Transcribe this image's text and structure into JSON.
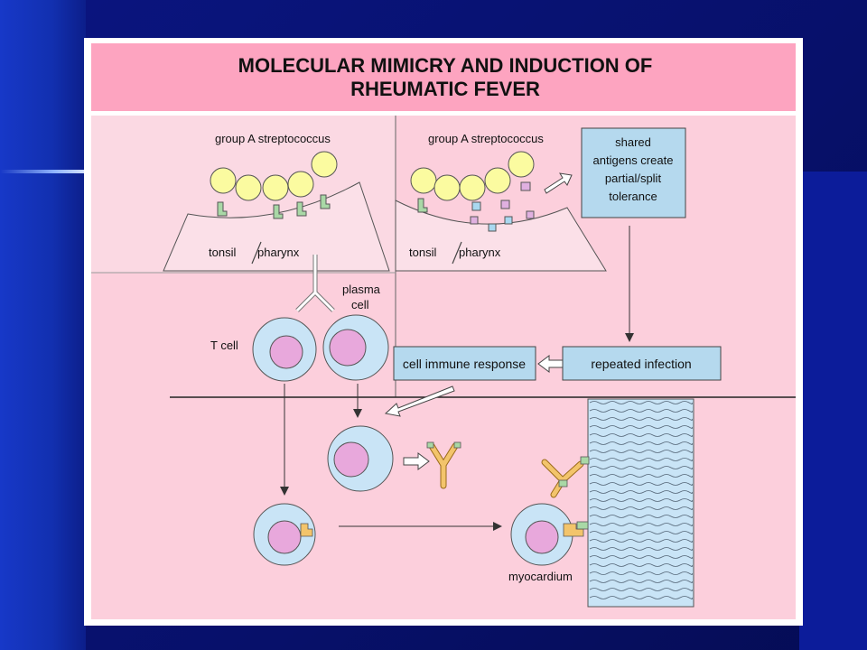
{
  "figure": {
    "title_line1": "MOLECULAR MIMICRY AND INDUCTION OF",
    "title_line2": "RHEUMATIC FEVER"
  },
  "labels": {
    "strep_left": "group A streptococcus",
    "strep_right": "group A streptococcus",
    "tonsil_left": "tonsil",
    "pharynx_left": "pharynx",
    "tonsil_right": "tonsil",
    "pharynx_right": "pharynx",
    "t_cell": "T cell",
    "plasma_line1": "plasma",
    "plasma_line2": "cell",
    "myocardium": "myocardium"
  },
  "boxes": {
    "shared_line1": "shared",
    "shared_line2": "antigens create",
    "shared_line3": "partial/split",
    "shared_line4": "tolerance",
    "repeated_infection": "repeated infection",
    "cell_immune_response": "cell immune response"
  },
  "colors": {
    "pink_panel": "#fccfdc",
    "title_band": "#fda4c0",
    "cell_blue": "#c9e4f6",
    "nucleus": "#e8a8dc",
    "bacteria": "#fbfba0",
    "receptor_green": "#a9d8a6",
    "antibody_yellow": "#f3c46b",
    "box_blue": "#b5d9ee"
  }
}
